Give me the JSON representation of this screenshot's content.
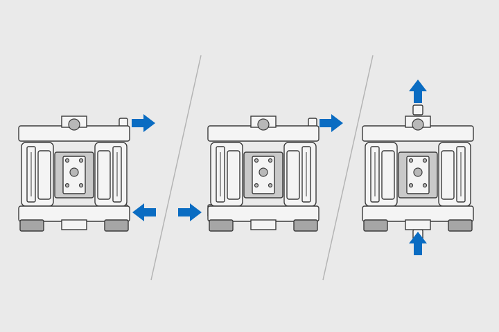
{
  "colors": {
    "background": "#eaeaea",
    "pump_body": "#f4f4f4",
    "pump_outline": "#3a3a3a",
    "pump_detail": "#b8b8b8",
    "center_block": "#c9c9c9",
    "feet": "#a6a6a6",
    "arrow": "#0a6cc2",
    "divider": "#b4b4b4"
  },
  "panels": [
    {
      "name": "side-outlet-side-inlet",
      "outlet_position": "side-top-right",
      "inlet_position": "side-bottom-right",
      "arrows": [
        {
          "direction": "right",
          "meaning": "discharge"
        },
        {
          "direction": "left",
          "meaning": "suction"
        }
      ]
    },
    {
      "name": "side-outlet-opposite-inlet",
      "outlet_position": "side-top-right",
      "inlet_position": "side-bottom-left",
      "arrows": [
        {
          "direction": "right",
          "meaning": "discharge"
        },
        {
          "direction": "right",
          "meaning": "suction"
        }
      ]
    },
    {
      "name": "top-outlet-bottom-inlet",
      "outlet_position": "center-top",
      "inlet_position": "center-bottom",
      "arrows": [
        {
          "direction": "up",
          "meaning": "discharge"
        },
        {
          "direction": "up",
          "meaning": "suction"
        }
      ]
    }
  ]
}
